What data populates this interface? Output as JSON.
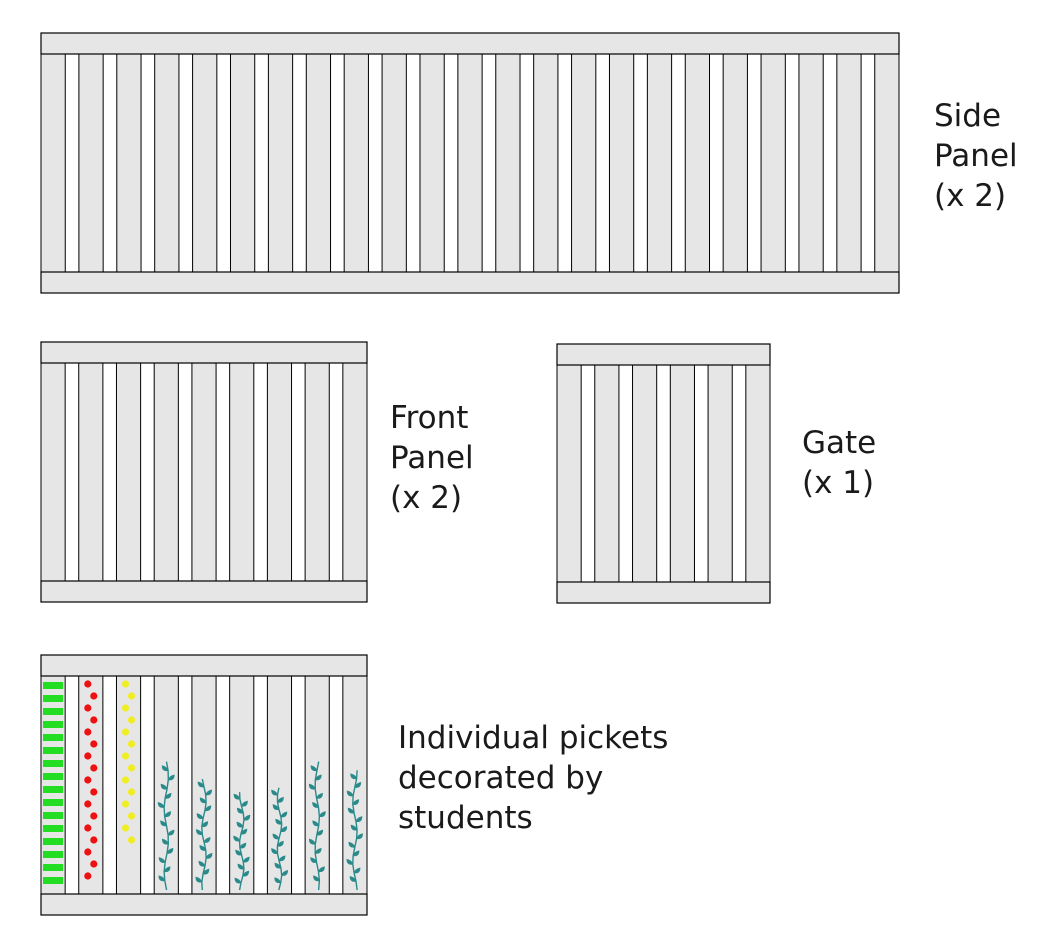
{
  "diagram": {
    "panels": [
      {
        "id": "side",
        "pickets": 23,
        "label_lines": [
          "Side",
          "Panel",
          "(x 2)"
        ]
      },
      {
        "id": "front",
        "pickets": 9,
        "label_lines": [
          "Front",
          "Panel",
          "(x 2)"
        ]
      },
      {
        "id": "gate",
        "pickets": 6,
        "label_lines": [
          "Gate",
          "(x 1)"
        ]
      },
      {
        "id": "decorated",
        "pickets": 9,
        "label_lines": [
          "Individual pickets",
          "decorated by",
          "students"
        ],
        "decorations": [
          "green-stripes",
          "red-dots",
          "yellow-dots",
          "vine",
          "vine",
          "vine",
          "vine",
          "vine",
          "vine"
        ]
      }
    ],
    "colors": {
      "rail_fill": "#e6e6e6",
      "picket_fill": "#e6e6e6",
      "gap_fill": "#ffffff",
      "outline": "#000000",
      "stripe_green": "#22dd22",
      "dot_red": "#ee1111",
      "dot_yellow": "#f0ee22",
      "vine": "#2a8a8a"
    }
  }
}
